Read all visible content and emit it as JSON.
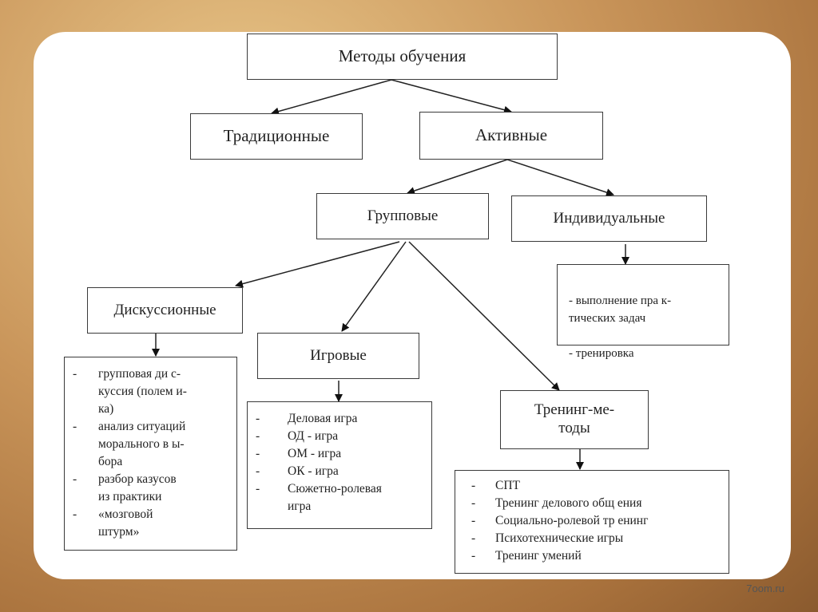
{
  "diagram": {
    "root": "Методы обучения",
    "traditional": "Традиционные",
    "active": "Активные",
    "group": "Групповые",
    "individual": "Индивидуальные",
    "discussion": "Дискуссионные",
    "game": "Игровые",
    "training": "Тренинг-ме-\nтоды",
    "individual_list": [
      "- выполнение пра к-\nтических задач",
      "- тренировка"
    ],
    "discussion_list": [
      {
        "dash": "-",
        "text": "групповая ди с-\nкуссия (полем и-\nка)"
      },
      {
        "dash": "-",
        "text": "анализ ситуаций\nморального в ы-\nбора"
      },
      {
        "dash": "-",
        "text": "разбор казусов\nиз практики"
      },
      {
        "dash": "-",
        "text": "«мозговой\nштурм»"
      }
    ],
    "game_list": [
      {
        "dash": "-",
        "text": "Деловая игра"
      },
      {
        "dash": "-",
        "text": "ОД - игра"
      },
      {
        "dash": "-",
        "text": "ОМ - игра"
      },
      {
        "dash": "-",
        "text": "ОК - игра"
      },
      {
        "dash": "-",
        "text": "Сюжетно-ролевая\nигра"
      }
    ],
    "training_list": [
      {
        "dash": "-",
        "text": "СПТ"
      },
      {
        "dash": "-",
        "text": "Тренинг делового общ ения"
      },
      {
        "dash": "-",
        "text": "Социально-ролевой тр енинг"
      },
      {
        "dash": "-",
        "text": "Психотехнические игры"
      },
      {
        "dash": "-",
        "text": "Тренинг умений"
      }
    ]
  },
  "watermark": "7oom.ru"
}
